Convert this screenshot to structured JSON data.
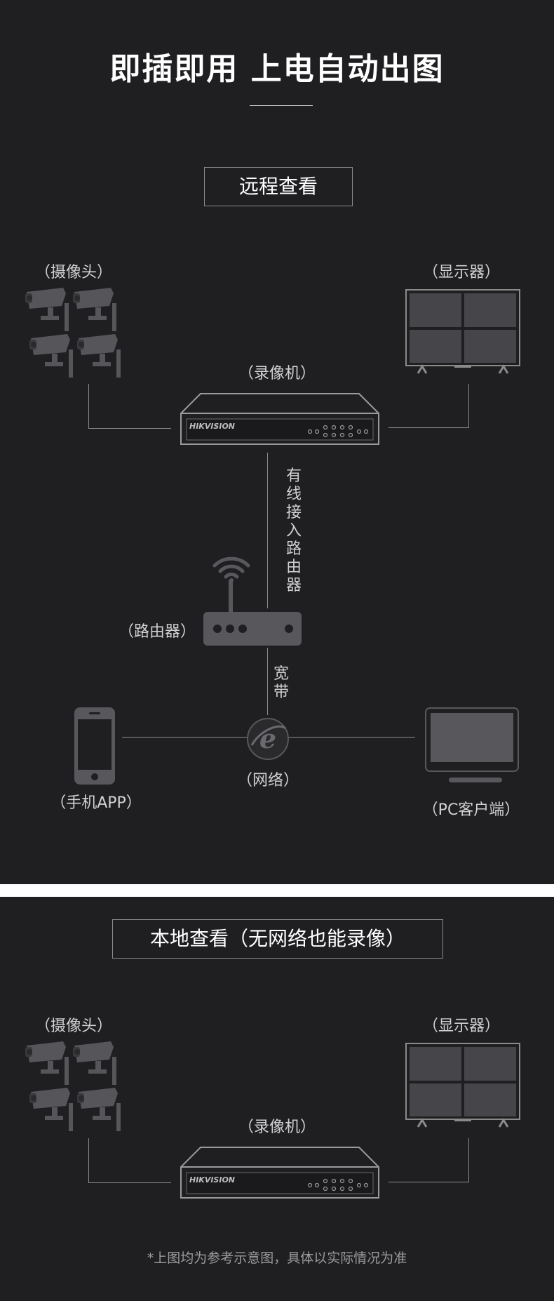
{
  "headline": "即插即用  上电自动出图",
  "remote": {
    "title": "远程查看",
    "camera_label": "（摄像头）",
    "monitor_label": "（显示器）",
    "nvr_label": "（录像机）",
    "nvr_brand": "HIKVISION",
    "wired_label": "有线接入路由器",
    "router_label": "（路由器）",
    "broadband_label": "宽带",
    "network_label": "（网络）",
    "phone_label": "（手机APP）",
    "pc_label": "（PC客户端）"
  },
  "local": {
    "title": "本地查看（无网络也能录像）",
    "camera_label": "（摄像头）",
    "monitor_label": "（显示器）",
    "nvr_label": "（录像机）",
    "nvr_brand": "HIKVISION"
  },
  "footnote": "*上图均为参考示意图，具体以实际情况为准",
  "icons": {
    "camera": "camera-icon",
    "monitor": "monitor-icon",
    "nvr": "nvr-recorder-icon",
    "router": "router-icon",
    "wifi": "wifi-icon",
    "internet": "internet-explorer-icon",
    "phone": "smartphone-icon",
    "pc": "pc-monitor-icon"
  },
  "colors": {
    "background": "#1f1f22",
    "divider": "#ffffff",
    "device_gray": "#58585c",
    "line_gray": "#8a8a8a"
  }
}
